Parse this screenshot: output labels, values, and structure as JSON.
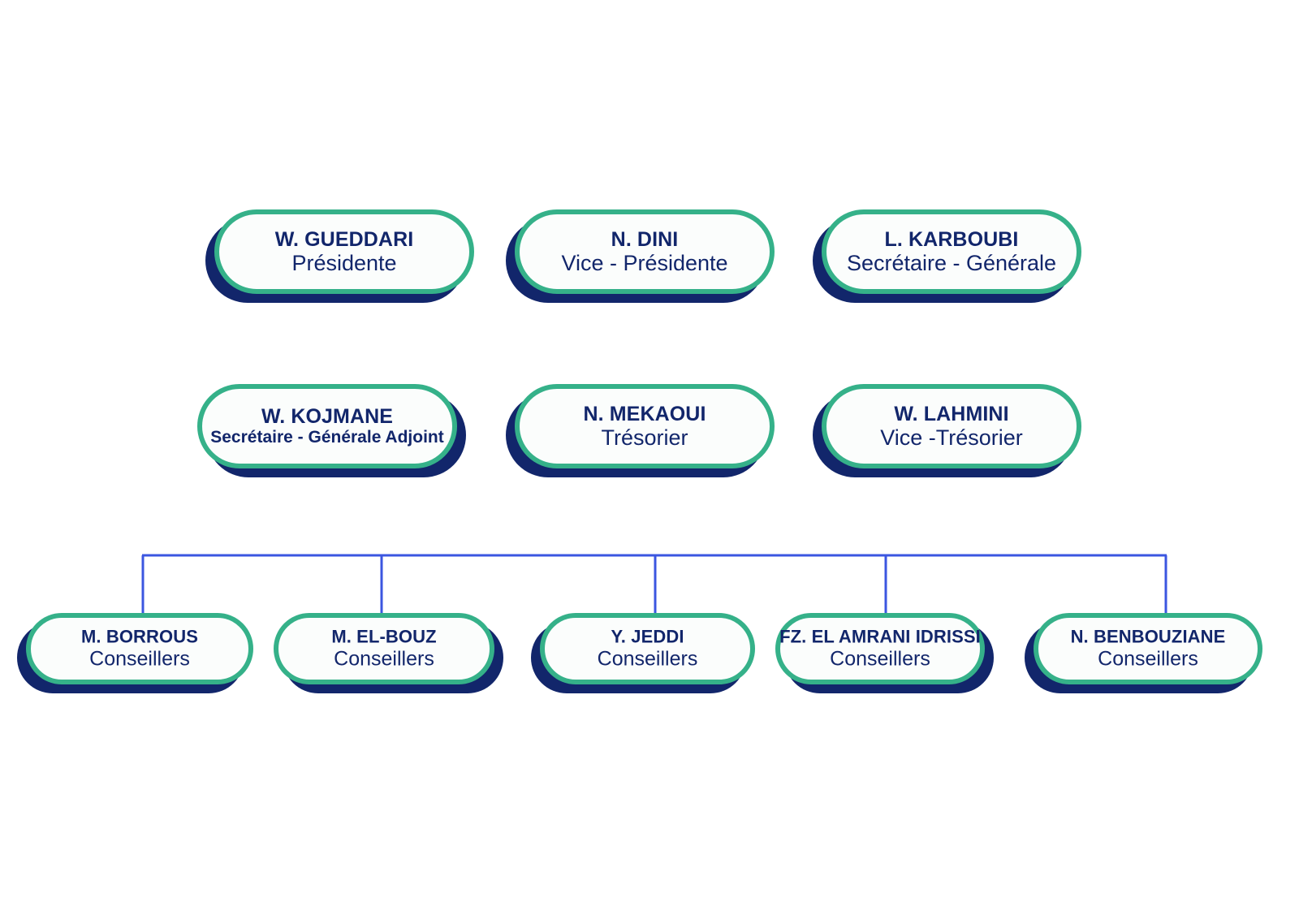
{
  "chart": {
    "type": "organization-chart",
    "title": "",
    "colors": {
      "accent_green": "#35b189",
      "navy": "#12266b",
      "connector_blue": "#3b56e0",
      "pill_fill": "#fbfdfc",
      "background": "#ffffff"
    },
    "rows": [
      {
        "id": "executive-row",
        "nodes": [
          {
            "name": "W. GUEDDARI",
            "role": "Présidente",
            "shadow": "left"
          },
          {
            "name": "N. DINI",
            "role": "Vice - Présidente",
            "shadow": "left"
          },
          {
            "name": "L. KARBOUBI",
            "role": "Secrétaire - Générale",
            "shadow": "left"
          }
        ]
      },
      {
        "id": "support-row",
        "nodes": [
          {
            "name": "W. KOJMANE",
            "role": "Secrétaire - Générale Adjoint",
            "shadow": "right"
          },
          {
            "name": "N. MEKAOUI",
            "role": "Trésorier",
            "shadow": "left"
          },
          {
            "name": "W. LAHMINI",
            "role": "Vice -Trésorier",
            "shadow": "left"
          }
        ]
      },
      {
        "id": "counsellors-row",
        "nodes": [
          {
            "name": "M. BORROUS",
            "role": "Conseillers",
            "shadow": "left"
          },
          {
            "name": "M. EL-BOUZ",
            "role": "Conseillers",
            "shadow": "right"
          },
          {
            "name": "Y. JEDDI",
            "role": "Conseillers",
            "shadow": "left"
          },
          {
            "name": "FZ. EL AMRANI IDRISSI",
            "role": "Conseillers",
            "shadow": "right"
          },
          {
            "name": "N. BENBOUZIANE",
            "role": "Conseillers",
            "shadow": "left"
          }
        ]
      }
    ]
  }
}
